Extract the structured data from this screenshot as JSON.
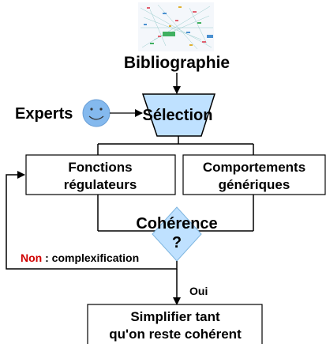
{
  "nodes": {
    "bibliography": {
      "label": "Bibliographie"
    },
    "experts": {
      "label": "Experts"
    },
    "selection": {
      "label": "Sélection"
    },
    "regulatory_functions": {
      "line1": "Fonctions",
      "line2": "régulateurs"
    },
    "generic_behaviors": {
      "line1": "Comportements",
      "line2": "génériques"
    },
    "coherence": {
      "label": "Cohérence",
      "question": "?"
    },
    "simplify": {
      "line1": "Simplifier tant",
      "line2": "qu'on reste cohérent"
    }
  },
  "edges": {
    "no": {
      "keyword": "Non",
      "rest": " : complexification"
    },
    "yes": {
      "label": "Oui"
    }
  },
  "colors": {
    "selection_fill": "#bfe1ff",
    "diamond_fill": "#bfe1ff",
    "smiley_fill": "#84b9ee",
    "no_color": "#d00000",
    "yes_color": "#000080"
  }
}
